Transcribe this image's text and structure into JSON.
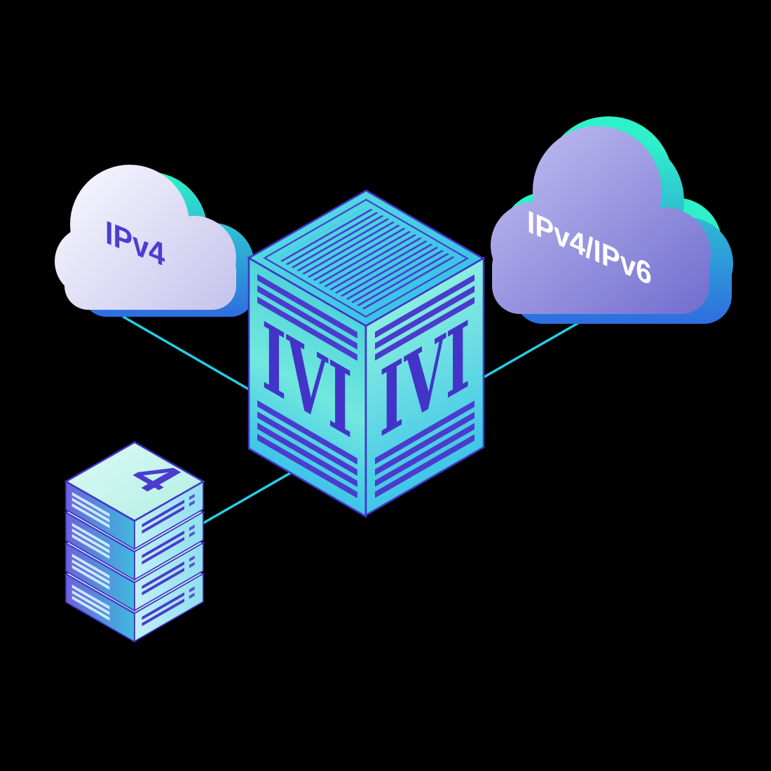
{
  "illustration": {
    "title": "IVI IPv4 / IPv6 translation diagram",
    "background_color": "#000000",
    "connector_color": "#25cde2",
    "left_cloud": {
      "label": "IPv4",
      "label_color": "#4b3ed2",
      "body_color": "#dedcf5"
    },
    "right_cloud": {
      "label": "IPv4/IPv6",
      "label_color": "#ffffff",
      "body_color": "#8d8ada"
    },
    "translator_cube": {
      "left_face_label": "IVI",
      "right_face_label": "IVI",
      "stripe_color": "#4a3ccc",
      "face_color": "#49d2e2",
      "outline_color": "#4334c6"
    },
    "server_stack": {
      "top_label": "4",
      "units": 4
    },
    "accent_colors": {
      "mint": "#2ff0c9",
      "blue": "#2e62e2"
    }
  }
}
